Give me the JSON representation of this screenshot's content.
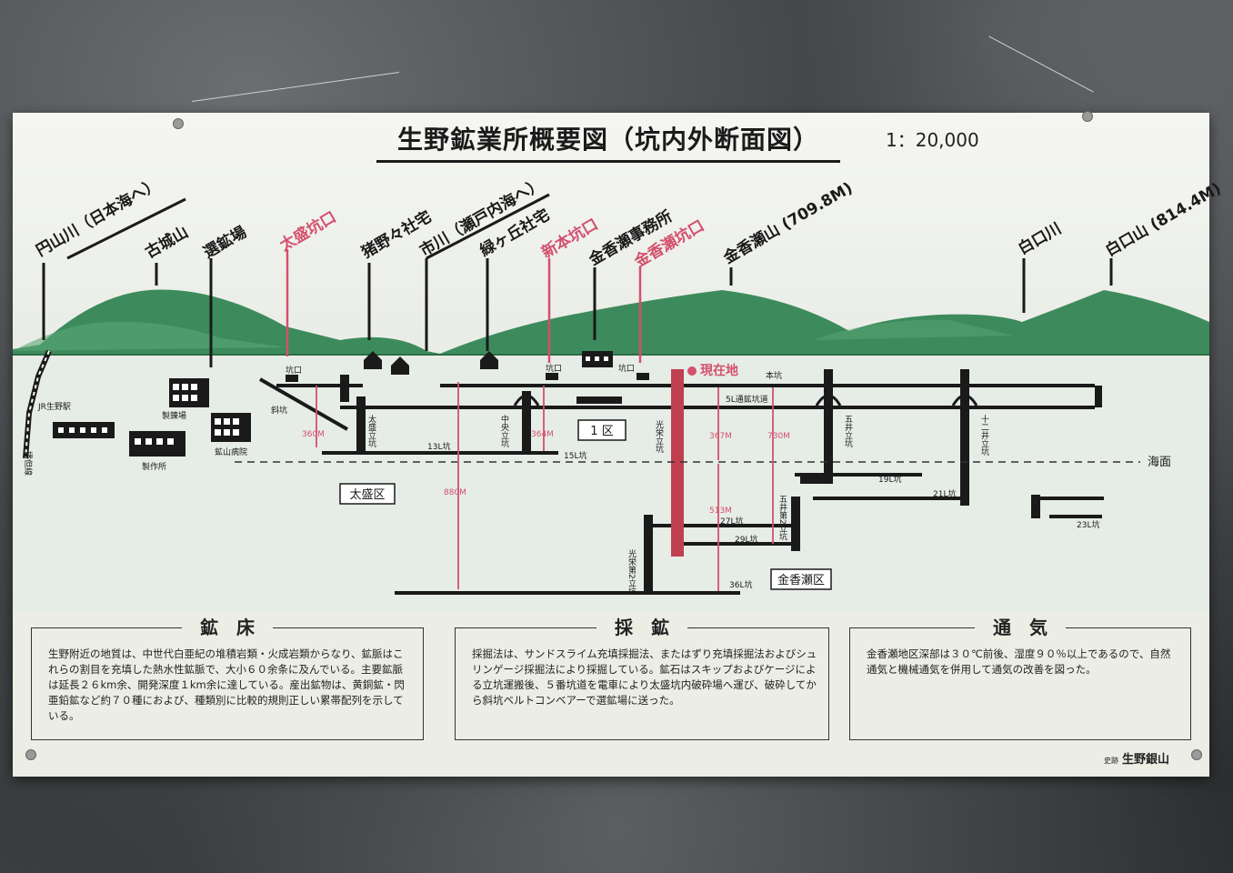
{
  "title": "生野鉱業所概要図（坑内外断面図）",
  "scale": "1：20,000",
  "labels": {
    "enzan_river": "円山川（日本海へ）",
    "kojo_yama": "古城山",
    "senkojo": "選鉱場",
    "taisei_entrance": "太盛坑口",
    "inono_housing": "猪野々社宅",
    "ichikawa": "市川（瀬戸内海へ）",
    "midorigaoka_housing": "緑ヶ丘社宅",
    "shinhon_entrance": "新本坑口",
    "kanagase_office": "金香瀬事務所",
    "kanagase_entrance": "金香瀬坑口",
    "kanagase_mountain": "金香瀬山 (709.8M)",
    "shirakuchi_river": "白口川",
    "shirakuchi_mountain": "白口山 (814.4M)",
    "current_location": "現在地",
    "sea_level": "海面",
    "jr_station": "JR生野駅",
    "railway": "播但線",
    "seiren": "製錬場",
    "seisaku": "製作所",
    "hospital": "鉱山病院",
    "adit_small": "坑口",
    "shaft_incline": "斜坑",
    "taisei_shaft": "太盛立坑",
    "chuo_shaft": "中央立坑",
    "koei_shaft": "光栄立坑",
    "koei_2_shaft": "光栄第2立坑",
    "goi_shaft": "五井立坑",
    "goi_2_shaft": "五井第2立坑",
    "juni_shaft": "十二井立坑",
    "main_adit": "本坑",
    "level_5": "5L通鉱坑道",
    "level_13": "13L坑",
    "level_15": "15L坑",
    "level_19": "19L坑",
    "level_21": "21L坑",
    "level_23": "23L坑",
    "level_27": "27L坑",
    "level_29": "29L坑",
    "level_36": "36L坑",
    "district_1": "1 区",
    "district_taisei": "太盛区",
    "district_kanagase": "金香瀬区",
    "d360": "360M",
    "d364": "364M",
    "d880": "880M",
    "d367": "367M",
    "d730": "730M",
    "d513": "513M"
  },
  "panels": [
    {
      "title": "鉱　床",
      "body": "生野附近の地質は、中世代白亜紀の堆積岩類・火成岩類からなり、鉱脈はこれらの割目を充填した熱水性鉱脈で、大小６０余条に及んでいる。主要鉱脈は延長２６km余、開発深度１km余に達している。産出鉱物は、黄銅鉱・閃亜鉛鉱など約７０種におよび、種類別に比較的規則正しい累帯配列を示している。"
    },
    {
      "title": "採　鉱",
      "body": "採掘法は、サンドスライム充填採掘法、またはずり充填採掘法およびシュリンゲージ採掘法により採掘している。鉱石はスキップおよびケージによる立坑運搬後、５番坑道を電車により太盛坑内破砕場へ運び、破砕してから斜坑ベルトコンベアーで選鉱場に送った。"
    },
    {
      "title": "通　気",
      "body": "金香瀬地区深部は３０℃前後、湿度９０％以上であるので、自然通気と機械通気を併用して通気の改善を図った。"
    }
  ],
  "credit_small": "史跡",
  "credit": "生野銀山",
  "colors": {
    "mountain_dark": "#2e7a4e",
    "mountain_light": "#4c9a6a",
    "highlight_red": "#d4506e",
    "shaft_red": "#c0404f",
    "line_black": "#1a1a1a"
  }
}
